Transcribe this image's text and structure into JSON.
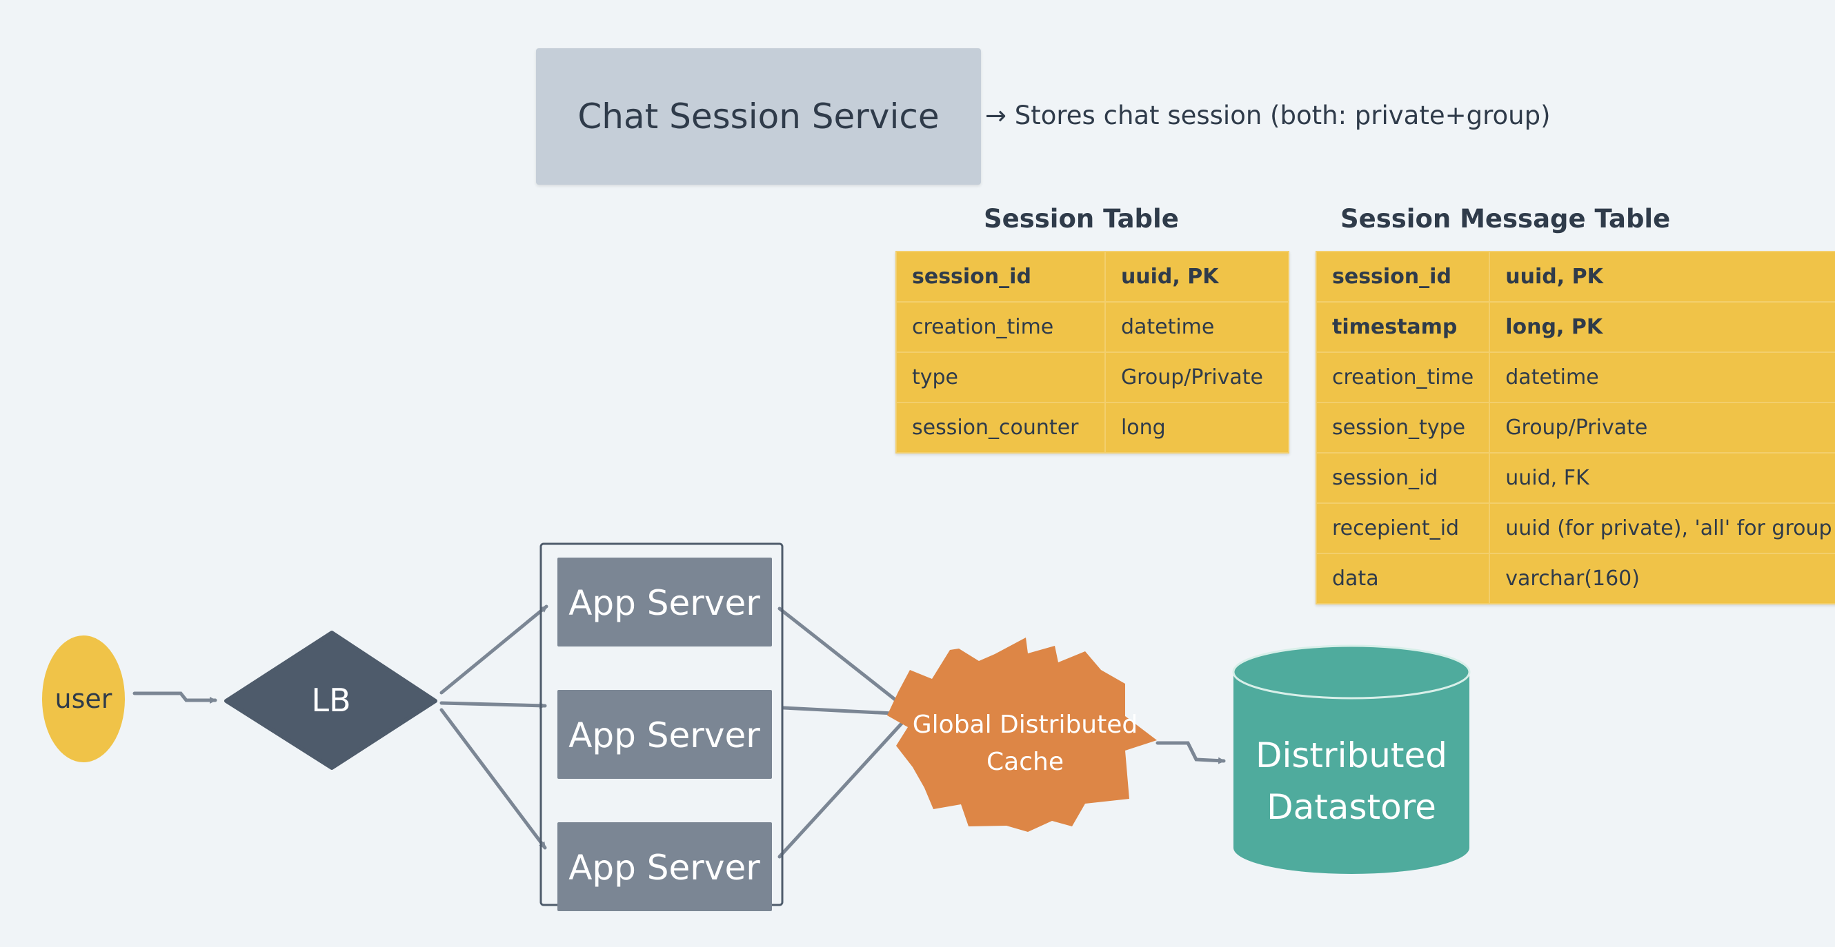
{
  "service": {
    "title": "Chat Session Service",
    "note": "→ Stores chat session (both: private+group)"
  },
  "session_table": {
    "title": "Session Table",
    "rows": [
      {
        "col": "session_id",
        "type": "uuid, PK"
      },
      {
        "col": "creation_time",
        "type": "datetime"
      },
      {
        "col": "type",
        "type": "Group/Private"
      },
      {
        "col": "session_counter",
        "type": "long"
      }
    ]
  },
  "session_message_table": {
    "title": "Session Message Table",
    "rows": [
      {
        "col": "session_id",
        "type": "uuid, PK"
      },
      {
        "col": "timestamp",
        "type": "long, PK"
      },
      {
        "col": "creation_time",
        "type": "datetime"
      },
      {
        "col": "session_type",
        "type": "Group/Private"
      },
      {
        "col": "session_id",
        "type": "uuid, FK"
      },
      {
        "col": "recepient_id",
        "type": "uuid (for private), 'all' for group"
      },
      {
        "col": "data",
        "type": "varchar(160)"
      }
    ]
  },
  "nodes": {
    "user": "user",
    "lb": "LB",
    "app_server_1": "App Server",
    "app_server_2": "App Server",
    "app_server_3": "App Server",
    "cache_line1": "Global Distributed",
    "cache_line2": "Cache",
    "datastore_line1": "Distributed",
    "datastore_line2": "Datastore"
  },
  "colors": {
    "background": "#f0f4f7",
    "service_box": "#c5ced8",
    "table_fill": "#f0c348",
    "user_node": "#f0c348",
    "lb_node": "#4e5b6b",
    "app_server": "#7b8694",
    "cache": "#dd8646",
    "datastore": "#4fab9d",
    "connector": "#7b8694"
  }
}
